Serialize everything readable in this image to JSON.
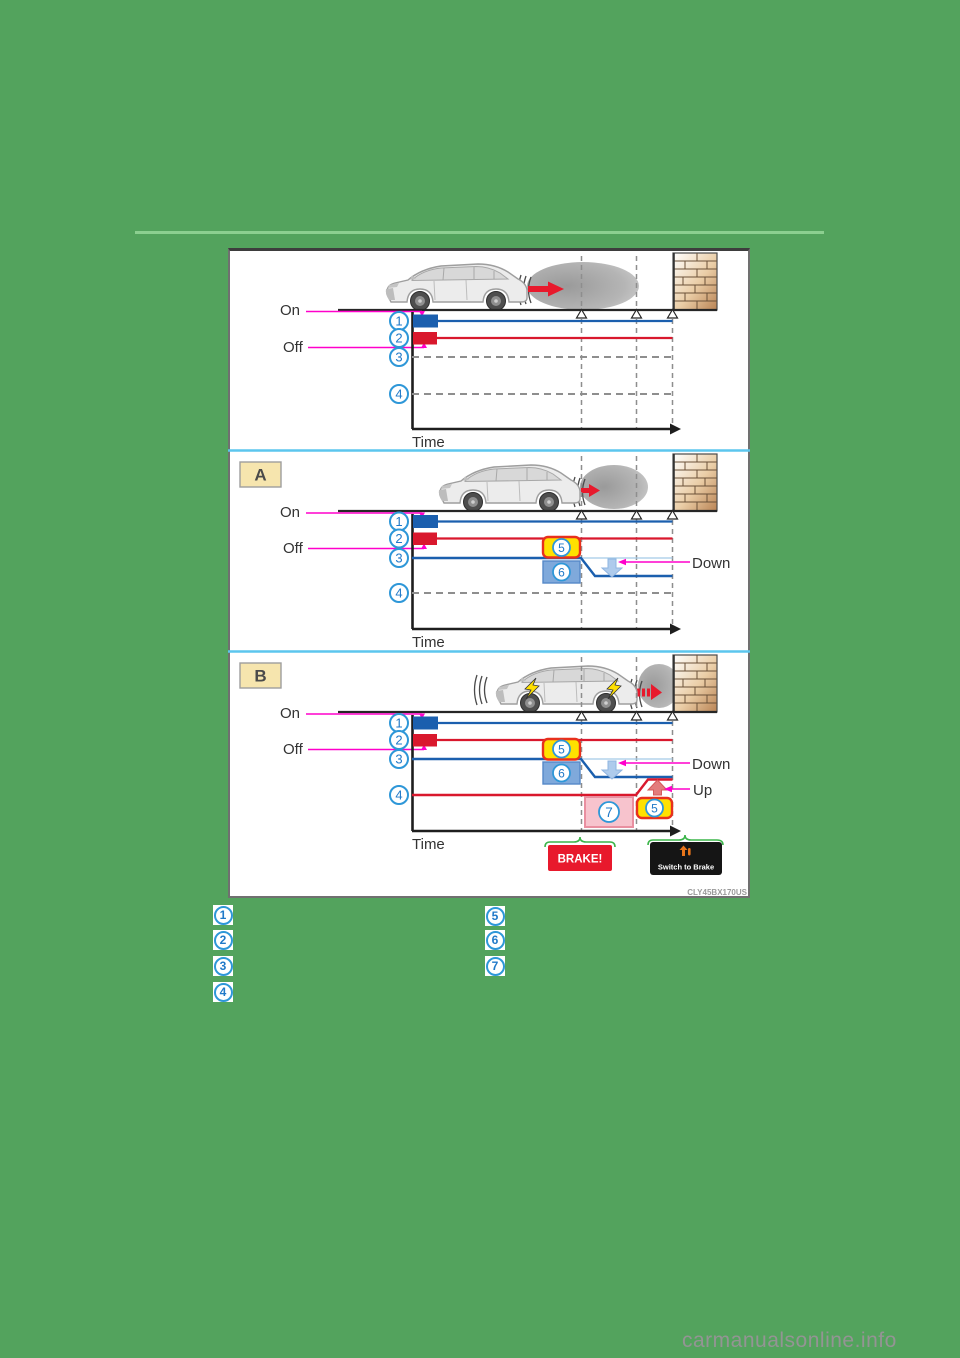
{
  "page": {
    "background_color": "#53A35D",
    "header_rule_color": "#8CCF90",
    "site_watermark": "carmanualsonline.info",
    "figure_code": "CLY45BX170US"
  },
  "diagram": {
    "axis": {
      "on": "On",
      "off": "Off",
      "time": "Time"
    },
    "annotations": {
      "down": "Down",
      "up": "Up"
    },
    "callouts": {
      "brake": "BRAKE!",
      "switch_to_brake": "Switch to Brake"
    },
    "sections": {
      "scenario_a": "A",
      "scenario_b": "B"
    },
    "markers": {
      "m1": "1",
      "m2": "2",
      "m3": "3",
      "m4": "4",
      "m5": "5",
      "m6": "6",
      "m7": "7"
    },
    "legend_left": [
      "1",
      "2",
      "3",
      "4"
    ],
    "legend_right": [
      "5",
      "6",
      "7"
    ],
    "colors": {
      "signal_on_blue": "#1B5FAE",
      "signal_off_red": "#D9182D",
      "marker_ring_blue": "#2E97D8",
      "highlight_yellow": "#FFE100",
      "highlight_yellow_border": "#E8301C",
      "highlight_blue": "#7FA9DB",
      "highlight_pink": "#F7C3CD",
      "brake_red": "#E8192C",
      "switch_black": "#151515",
      "magenta_pointer": "#FF00CB",
      "brace_green": "#3CB54A",
      "panel_divider_cyan": "#5CC6EE",
      "down_arrow_blue": "#AECBEC",
      "up_arrow_rose": "#E37C7C",
      "bolt_yellow": "#FFE000"
    }
  }
}
